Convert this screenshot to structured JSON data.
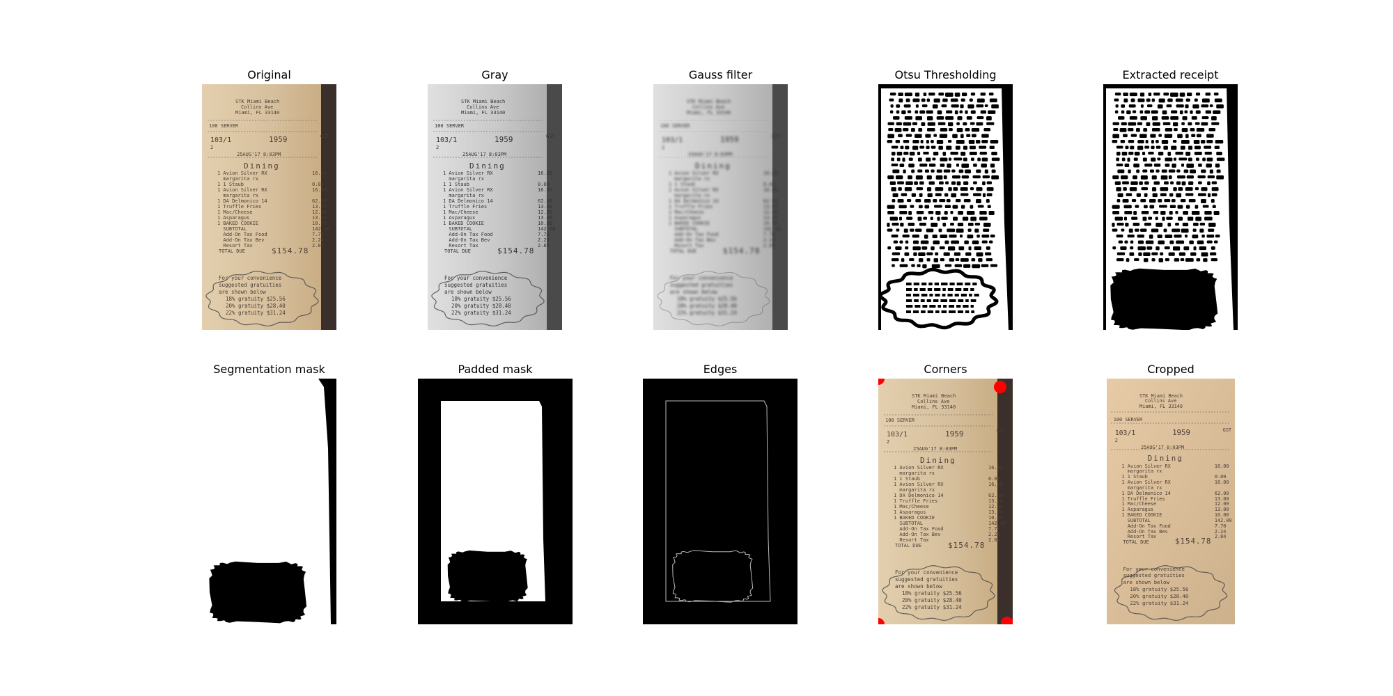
{
  "figure": {
    "panels": [
      {
        "id": "original",
        "title": "Original"
      },
      {
        "id": "gray",
        "title": "Gray"
      },
      {
        "id": "gauss",
        "title": "Gauss filter"
      },
      {
        "id": "otsu",
        "title": "Otsu Thresholding"
      },
      {
        "id": "extracted",
        "title": "Extracted receipt"
      },
      {
        "id": "segmask",
        "title": "Segmentation mask"
      },
      {
        "id": "padded",
        "title": "Padded mask"
      },
      {
        "id": "edges",
        "title": "Edges"
      },
      {
        "id": "corners",
        "title": "Corners"
      },
      {
        "id": "cropped",
        "title": "Cropped"
      }
    ],
    "corner_marker_color": "#ff0000"
  },
  "receipt": {
    "header": [
      "STK Miami Beach",
      "Collins Ave",
      "Miami, FL 33140"
    ],
    "server": "100 SERVER",
    "table": "103/1",
    "check": "1959",
    "guests_label": "GST",
    "guests": "2",
    "datetime": "25AUG'17 8:03PM",
    "section": "Dining",
    "items": [
      {
        "name": "1 Avion Silver RX",
        "price": "16.00"
      },
      {
        "name": "  margarita rx",
        "price": ""
      },
      {
        "name": "1 1 Staub",
        "price": "0.00"
      },
      {
        "name": "1 Avion Silver RX",
        "price": "16.00"
      },
      {
        "name": "  margarita rx",
        "price": ""
      },
      {
        "name": "1 DA Delmonico 14",
        "price": "62.00"
      },
      {
        "name": "1 Truffle Fries",
        "price": "13.00"
      },
      {
        "name": "1 Mac/Cheese",
        "price": "12.00"
      },
      {
        "name": "1 Asparagus",
        "price": "13.00"
      },
      {
        "name": "1 BAKED COOKIE",
        "price": "10.00"
      },
      {
        "name": "  SUBTOTAL",
        "price": "142.00"
      },
      {
        "name": "  Add-On Tax Food",
        "price": "7.70"
      },
      {
        "name": "  Add-On Tax Bev",
        "price": "2.24"
      },
      {
        "name": "  Resort Tax",
        "price": "2.84"
      }
    ],
    "total_label": "TOTAL DUE",
    "total": "$154.78",
    "gratuity": [
      "For your convenience",
      "suggested gratuities",
      "are shown below",
      "18% gratuity $25.56",
      "20% gratuity $28.40",
      "22% gratuity $31.24"
    ]
  }
}
